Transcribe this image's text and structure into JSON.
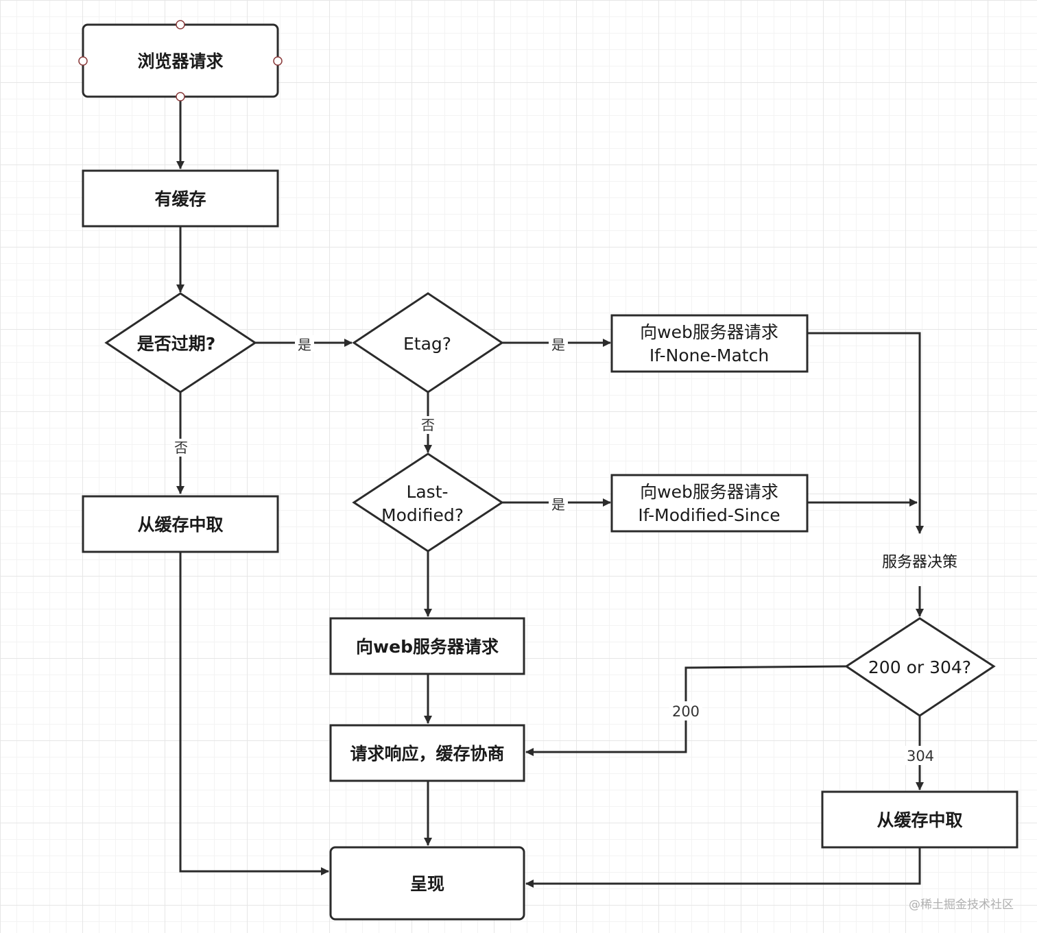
{
  "nodes": {
    "browser_request": "浏览器请求",
    "has_cache": "有缓存",
    "is_expired": "是否过期?",
    "from_cache_left": "从缓存中取",
    "etag_check": "Etag?",
    "last_modified_line1": "Last-",
    "last_modified_line2": "Modified?",
    "request_inm_line1": "向web服务器请求",
    "request_inm_line2": "If-None-Match",
    "request_ims_line1": "向web服务器请求",
    "request_ims_line2": "If-Modified-Since",
    "request_web": "向web服务器请求",
    "response_negotiate": "请求响应，缓存协商",
    "present": "呈现",
    "server_decision": "服务器决策",
    "status_check": "200 or 304?",
    "from_cache_right": "从缓存中取"
  },
  "edge_labels": {
    "expired_yes": "是",
    "expired_no": "否",
    "etag_yes": "是",
    "etag_no": "否",
    "lastmod_yes": "是",
    "status_200": "200",
    "status_304": "304"
  },
  "watermark": "@稀土掘金技术社区"
}
